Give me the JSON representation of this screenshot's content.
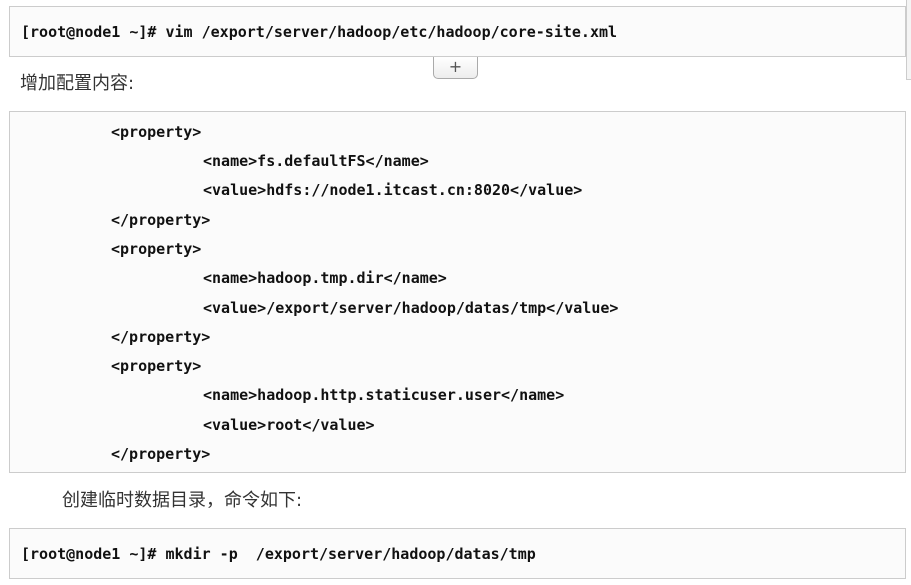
{
  "command_block_1": {
    "line": "[root@node1 ~]# vim /export/server/hadoop/etc/hadoop/core-site.xml"
  },
  "insert_button": {
    "label": "+"
  },
  "paragraph_1": "增加配置内容:",
  "xml_block": {
    "lines": [
      {
        "text": "<property>",
        "indent": 1
      },
      {
        "text": "<name>fs.defaultFS</name>",
        "indent": 2
      },
      {
        "text": "<value>hdfs://node1.itcast.cn:8020</value>",
        "indent": 2
      },
      {
        "text": "</property>",
        "indent": 1
      },
      {
        "text": "<property>",
        "indent": 1
      },
      {
        "text": "<name>hadoop.tmp.dir</name>",
        "indent": 2
      },
      {
        "text": "<value>/export/server/hadoop/datas/tmp</value>",
        "indent": 2
      },
      {
        "text": "</property>",
        "indent": 1
      },
      {
        "text": "<property>",
        "indent": 1
      },
      {
        "text": "<name>hadoop.http.staticuser.user</name>",
        "indent": 2
      },
      {
        "text": "<value>root</value>",
        "indent": 2
      },
      {
        "text": "</property>",
        "indent": 1
      }
    ]
  },
  "paragraph_2": "创建临时数据目录，命令如下:",
  "command_block_2": {
    "line": "[root@node1 ~]# mkdir -p  /export/server/hadoop/datas/tmp"
  }
}
